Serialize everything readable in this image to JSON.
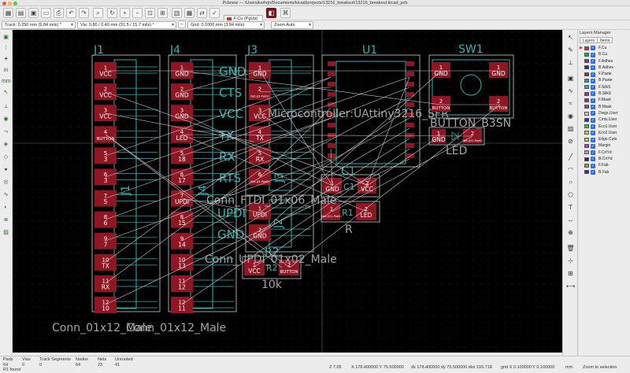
{
  "window": {
    "title": "Pcbnew — /Users/kwhrjn/Documents/kicad/projects/13216_breakout/13216_breakout.kicad_pcb"
  },
  "toolbar": {
    "layer_select": "F.Cu (PgUp)"
  },
  "toolbar2": {
    "track": "Track: 0.250 mm (9.84 mils) *",
    "via": "Via: 0.80 / 0.40 mm (31.5 / 15.7 mils) *",
    "grid": "Grid: 0.1000 mm (3.94 mils)",
    "zoom": "Zoom Auto"
  },
  "layers_panel": {
    "title": "Layers Manager",
    "tabs": [
      "Layers",
      "Items"
    ],
    "layers": [
      {
        "name": "F.Cu",
        "color": "#c83434",
        "active": true
      },
      {
        "name": "B.Cu",
        "color": "#3a9a3a"
      },
      {
        "name": "F.Adhes",
        "color": "#8a2f8a"
      },
      {
        "name": "B.Adhes",
        "color": "#2f2f9a"
      },
      {
        "name": "F.Paste",
        "color": "#9a2f2f"
      },
      {
        "name": "B.Paste",
        "color": "#2f9a9a"
      },
      {
        "name": "F.SilkS",
        "color": "#2fb4b4"
      },
      {
        "name": "B.SilkS",
        "color": "#9a2f9a"
      },
      {
        "name": "F.Mask",
        "color": "#9a2f6a"
      },
      {
        "name": "B.Mask",
        "color": "#6a6a2f"
      },
      {
        "name": "Dwgs.User",
        "color": "#c8c8c8"
      },
      {
        "name": "Cmts.User",
        "color": "#2f2fc8"
      },
      {
        "name": "Eco1.User",
        "color": "#2fc82f"
      },
      {
        "name": "Eco2.User",
        "color": "#c8c82f"
      },
      {
        "name": "Edge.Cuts",
        "color": "#c8c82f"
      },
      {
        "name": "Margin",
        "color": "#c82fc8"
      },
      {
        "name": "F.CrtYd",
        "color": "#a4a4a4"
      },
      {
        "name": "B.CrtYd",
        "color": "#2f2f2f"
      },
      {
        "name": "F.Fab",
        "color": "#9a9a2f"
      },
      {
        "name": "B.Fab",
        "color": "#2f2f9a"
      }
    ]
  },
  "pcb": {
    "labels": {
      "j1": "J1",
      "j4": "J4",
      "j3": "J3",
      "u1": "U1",
      "sw1": "SW1",
      "c1": "C1",
      "r1": "R1",
      "r2": "R2",
      "led": "LED",
      "j1_vert": "J1",
      "j4_vert": "J4",
      "j3_vert": "J3",
      "j2_vert": "J2",
      "conn12": "Conn_01x12_Male",
      "conn12b": "Conn_01x12_Male",
      "ftdi": "Conn_FTDI_01x06_Male",
      "updi_conn": "Conn_UPDI_01x02_Male",
      "uatiny": "Microcontroller:UAttiny3216_SFR",
      "button_b3sn": "BUTTON_B3SN",
      "r_val": "R",
      "r2_val": "10k",
      "c1_silk": "C1",
      "r2_silk": "R2"
    },
    "j1_pads": [
      {
        "n": "1",
        "net": "VCC"
      },
      {
        "n": "2",
        "net": "VCC"
      },
      {
        "n": "3",
        "net": "VCC"
      },
      {
        "n": "4",
        "net": "BUTTON"
      },
      {
        "n": "5",
        "net": "3"
      },
      {
        "n": "6",
        "net": "3"
      },
      {
        "n": "7",
        "net": "5"
      },
      {
        "n": "8",
        "net": "6"
      },
      {
        "n": "9",
        "net": "7"
      },
      {
        "n": "10",
        "net": "TX"
      },
      {
        "n": "11",
        "net": "RX"
      },
      {
        "n": "12",
        "net": "10"
      }
    ],
    "j4_pads": [
      {
        "n": "1",
        "net": "GND"
      },
      {
        "n": "2",
        "net": "GND"
      },
      {
        "n": "3",
        "net": "GND"
      },
      {
        "n": "4",
        "net": "LED"
      },
      {
        "n": "5",
        "net": "18"
      },
      {
        "n": "6",
        "net": "17"
      },
      {
        "n": "7",
        "net": "UPDI"
      },
      {
        "n": "8",
        "net": "15"
      },
      {
        "n": "9",
        "net": "14"
      },
      {
        "n": "10",
        "net": "13"
      },
      {
        "n": "11",
        "net": "12"
      },
      {
        "n": "12",
        "net": "11"
      }
    ],
    "j3_pads": [
      {
        "n": "1",
        "net": "GND"
      },
      {
        "n": "2",
        "net": "Net-(J3-Pad2)"
      },
      {
        "n": "3",
        "net": "VCC"
      },
      {
        "n": "4",
        "net": "TX"
      },
      {
        "n": "5",
        "net": "RX"
      },
      {
        "n": "6",
        "net": "Net-(J3-Pad6)"
      }
    ],
    "j2_pads": [
      {
        "n": "1",
        "net": "UPDI"
      },
      {
        "n": "2",
        "net": "GND"
      }
    ],
    "j3_silk": [
      "GND",
      "CTS",
      "VCC",
      "TX",
      "RX",
      "RTS"
    ],
    "j2_silk": [
      "UPDI",
      "GND"
    ],
    "sw1_pads": [
      {
        "n": "1",
        "net": "GND"
      },
      {
        "n": "1",
        "net": "GND"
      },
      {
        "n": "2",
        "net": "BUTTON"
      },
      {
        "n": "2",
        "net": "BUTTON"
      }
    ],
    "led_pads": [
      {
        "n": "1",
        "net": "GND"
      },
      {
        "n": "2",
        "net": "Net-(D1-Pad2)"
      }
    ],
    "c1_pads": [
      {
        "n": "1",
        "net": "GND"
      },
      {
        "n": "2",
        "net": "VCC"
      }
    ],
    "r1_pads": [
      {
        "n": "1",
        "net": "Net-(D1-Pad2)"
      },
      {
        "n": "2",
        "net": "LED"
      }
    ],
    "r2_pads": [
      {
        "n": "1",
        "net": "VCC"
      },
      {
        "n": "2",
        "net": "BUTTON"
      }
    ]
  },
  "status": {
    "pads_label": "Pads",
    "pads_value": "64",
    "vias_label": "Vias",
    "vias_value": "0",
    "track_label": "Track Segments",
    "track_value": "0",
    "nodes_label": "Nodes",
    "nodes_value": "64",
    "nets_label": "Nets",
    "nets_value": "23",
    "unrouted_label": "Unrouted",
    "unrouted_value": "41",
    "found": "R1 found",
    "zoom": "Z 7.05",
    "xy": "X 178.400000  Y 75.500000",
    "dxy": "dx 178.400000  dy 75.500000  dist 193.718",
    "grid": "grid X 0.100000  Y 0.100000",
    "units": "mm",
    "hint": "Zoom to selection"
  }
}
